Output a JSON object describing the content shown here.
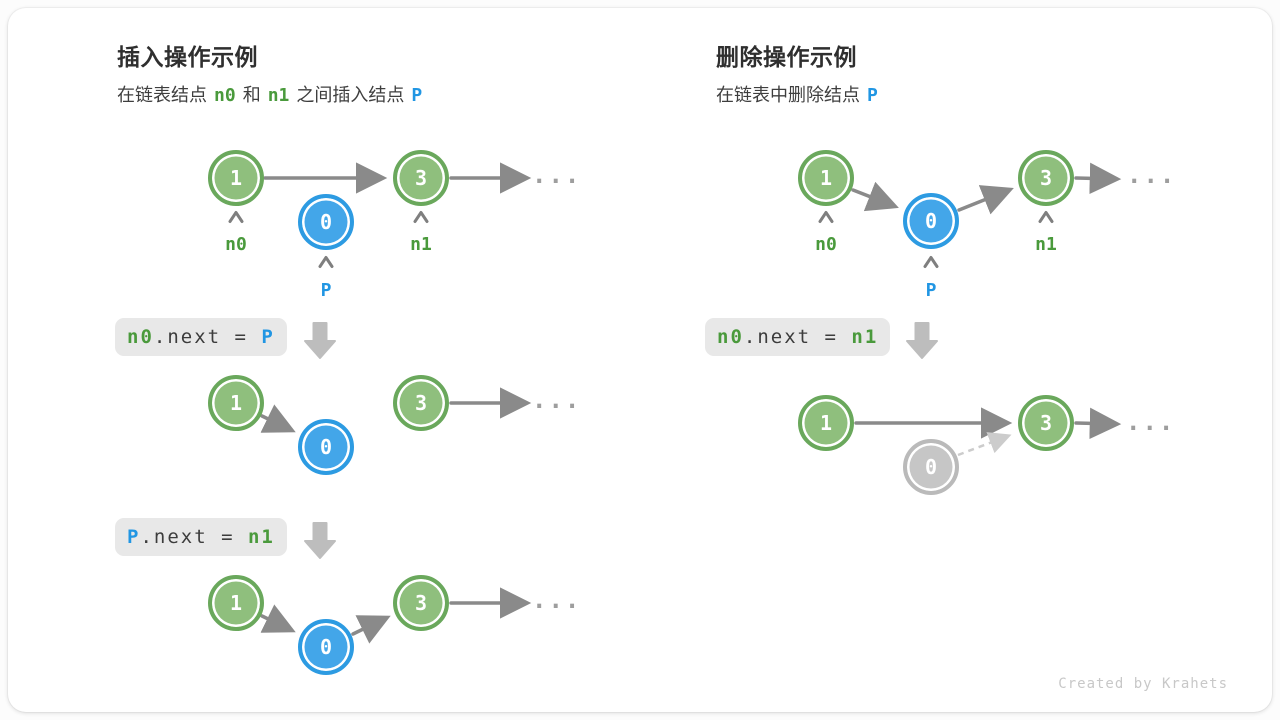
{
  "credit": "Created by Krahets",
  "colors": {
    "green_node_fill": "#8fbf7d",
    "green_node_ring": "#6aa85c",
    "blue_node_fill": "#43a6e9",
    "blue_node_ring": "#2d9be2",
    "gray_node_fill": "#c6c6c6",
    "green_text": "#4a9a3c",
    "blue_text": "#2196e3",
    "arrow_gray": "#8a8a8a",
    "code_background": "#e8e8e8"
  },
  "values": {
    "one": "1",
    "zero": "0",
    "three": "3",
    "ellipsis": "..."
  },
  "labels": {
    "n0": "n0",
    "n1": "n1",
    "p": "P"
  },
  "insert": {
    "title": "插入操作示例",
    "subtitle": {
      "t1": "在链表结点",
      "n0": "n0",
      "t2": "和",
      "n1": "n1",
      "t3": "之间插入结点",
      "p": "P"
    },
    "code1": {
      "a": "n0",
      "b": ".next = ",
      "c": "P"
    },
    "code2": {
      "a": "P",
      "b": ".next = ",
      "c": "n1"
    }
  },
  "delete": {
    "title": "删除操作示例",
    "subtitle": {
      "t1": "在链表中删除结点",
      "p": "P"
    },
    "code1": {
      "a": "n0",
      "b": ".next = ",
      "c": "n1"
    }
  }
}
